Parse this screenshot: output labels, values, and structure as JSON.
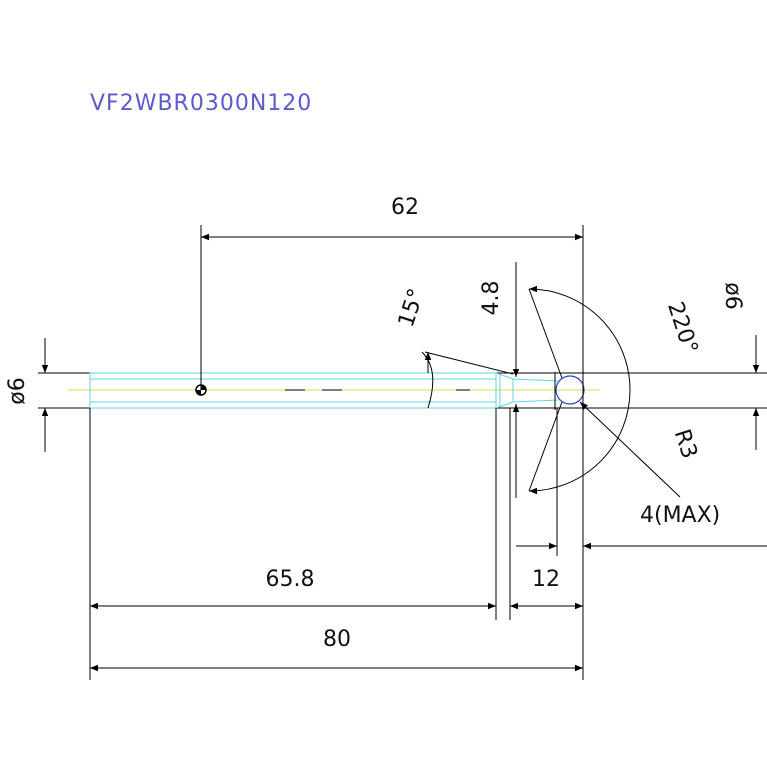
{
  "title": "VF2WBR0300N120",
  "dims": {
    "d62": "62",
    "d658": "65.8",
    "d80": "80",
    "d12": "12",
    "d48": "4.8",
    "dphi_left": "ø6",
    "dphi_right": "ø6",
    "angle15": "15°",
    "angle220": "220°",
    "r3": "R3",
    "max4": "4(MAX)"
  },
  "colors": {
    "line": "#000000",
    "shank": "#5fd5e6",
    "axis": "#e0d94a",
    "ball": "#2b3fc9",
    "title": "#5b5bd0"
  }
}
